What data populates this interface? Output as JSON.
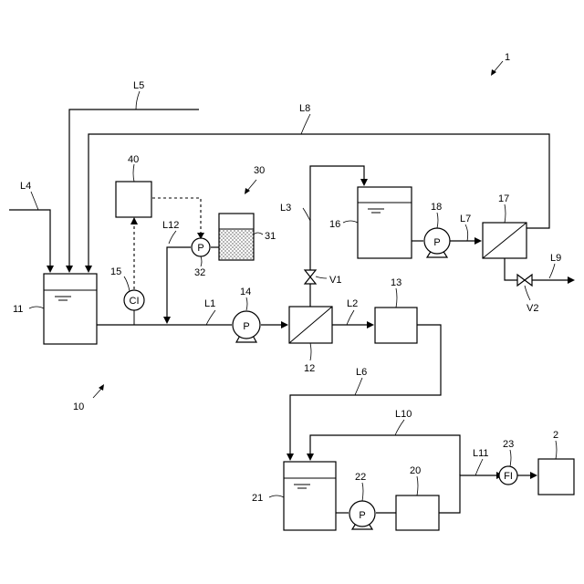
{
  "system_labels": {
    "overall": "1",
    "subsystem_10": "10",
    "subsystem_30": "30"
  },
  "components": {
    "tank_11": "11",
    "membrane_12": "12",
    "unit_13": "13",
    "pump_14": "14",
    "sensor_15": "15",
    "tank_16": "16",
    "membrane_17": "17",
    "pump_18": "18",
    "unit_20": "20",
    "tank_21": "21",
    "pump_22": "22",
    "sensor_23": "23",
    "destination_2": "2",
    "dosing_tank_31": "31",
    "dosing_pump_32": "32",
    "controller_40": "40"
  },
  "lines": {
    "L1": "L1",
    "L2": "L2",
    "L3": "L3",
    "L4": "L4",
    "L5": "L5",
    "L6": "L6",
    "L7": "L7",
    "L8": "L8",
    "L9": "L9",
    "L10": "L10",
    "L11": "L11",
    "L12": "L12"
  },
  "valves": {
    "V1": "V1",
    "V2": "V2"
  },
  "symbols": {
    "pump": "P",
    "ci_sensor": "CI",
    "fi_sensor": "FI"
  }
}
